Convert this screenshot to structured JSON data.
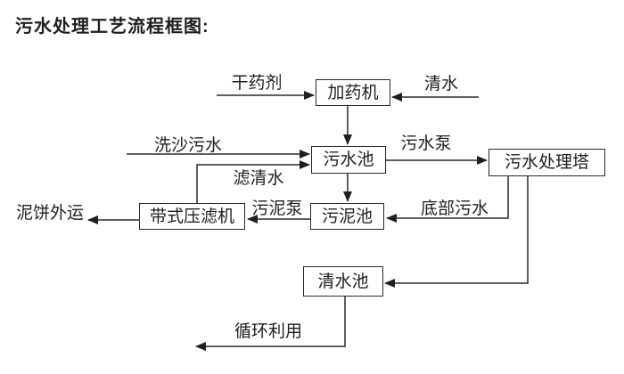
{
  "title": "污水处理工艺流程框图:",
  "colors": {
    "ink": "#1f1f1f",
    "line": "#2a2a2a",
    "background": "#ffffff"
  },
  "nodes": {
    "dosing_machine": {
      "label": "加药机"
    },
    "sewage_pool": {
      "label": "污水池"
    },
    "treatment_tower": {
      "label": "污水处理塔"
    },
    "sludge_pool": {
      "label": "污泥池"
    },
    "belt_filter_press": {
      "label": "带式压滤机"
    },
    "clear_water_pool": {
      "label": "清水池"
    }
  },
  "flow_labels": {
    "dry_agent": "干药剂",
    "clear_water": "清水",
    "sand_washing_sewage": "洗沙污水",
    "sewage_pump": "污水泵",
    "filtered_water": "滤清水",
    "sludge_pump": "污泥泵",
    "bottom_sewage": "底部污水",
    "mud_cake_transport": "泥饼外运",
    "recycling": "循环利用"
  },
  "edges": [
    {
      "from": "dry_agent_input",
      "to": "dosing_machine",
      "label": "干药剂"
    },
    {
      "from": "clear_water_input",
      "to": "dosing_machine",
      "label": "清水"
    },
    {
      "from": "dosing_machine",
      "to": "sewage_pool",
      "label": ""
    },
    {
      "from": "sand_washing_input",
      "to": "sewage_pool",
      "label": "洗沙污水"
    },
    {
      "from": "belt_filter_press",
      "to": "sewage_pool",
      "label": "滤清水"
    },
    {
      "from": "sewage_pool",
      "to": "treatment_tower",
      "label": "污水泵"
    },
    {
      "from": "sewage_pool",
      "to": "sludge_pool",
      "label": ""
    },
    {
      "from": "treatment_tower",
      "to": "sludge_pool",
      "label": "底部污水"
    },
    {
      "from": "treatment_tower",
      "to": "clear_water_pool",
      "label": ""
    },
    {
      "from": "sludge_pool",
      "to": "belt_filter_press",
      "label": "污泥泵"
    },
    {
      "from": "belt_filter_press",
      "to": "mud_cake_output",
      "label": "泥饼外运"
    },
    {
      "from": "clear_water_pool",
      "to": "recycling_output",
      "label": "循环利用"
    }
  ]
}
